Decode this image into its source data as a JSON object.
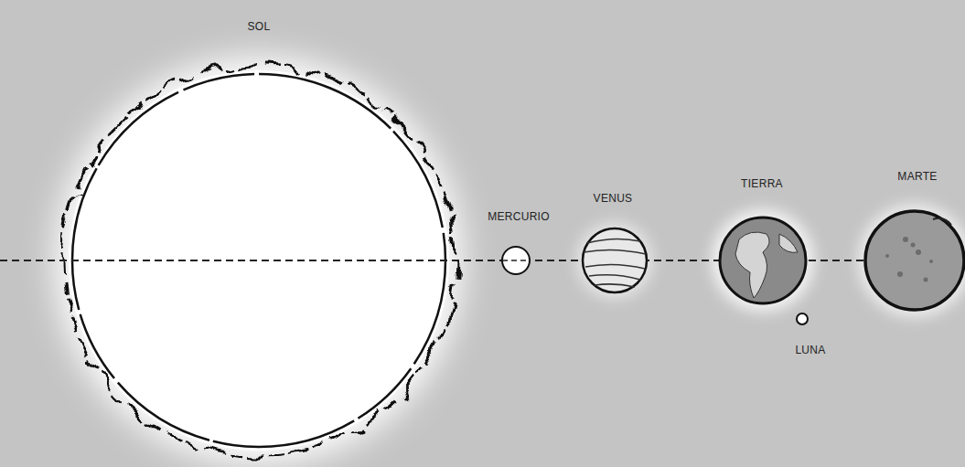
{
  "diagram": {
    "labels": [
      "SOL",
      "MERCURIO",
      "VENUS",
      "TIERRA",
      "LUNA",
      "MARTE"
    ]
  }
}
